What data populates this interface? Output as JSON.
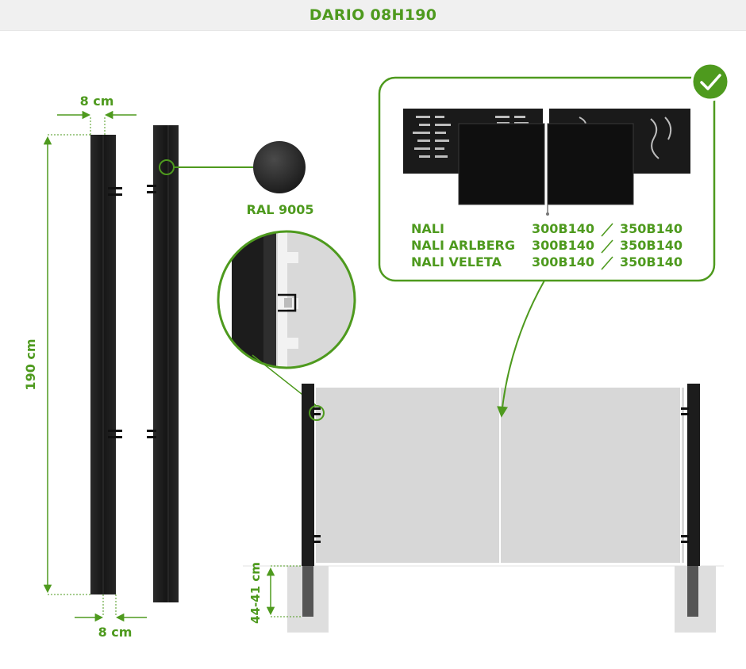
{
  "title": "DARIO 08H190",
  "dimensions": {
    "top_width": "8 cm",
    "bottom_width": "8 cm",
    "height": "190 cm",
    "foundation_depth": "44-41 cm"
  },
  "color": {
    "label": "RAL 9005",
    "swatch_hex": "#2b2b2b"
  },
  "compatible_models": [
    {
      "name": "NALI",
      "size_a": "300B140",
      "size_b": "350B140"
    },
    {
      "name": "NALI ARLBERG",
      "size_a": "300B140",
      "size_b": "350B140"
    },
    {
      "name": "NALI VELETA",
      "size_a": "300B140",
      "size_b": "350B140"
    }
  ],
  "colors": {
    "accent": "#4e9a1e",
    "post": "#1e1e1e"
  },
  "icons": [
    "check-icon"
  ]
}
